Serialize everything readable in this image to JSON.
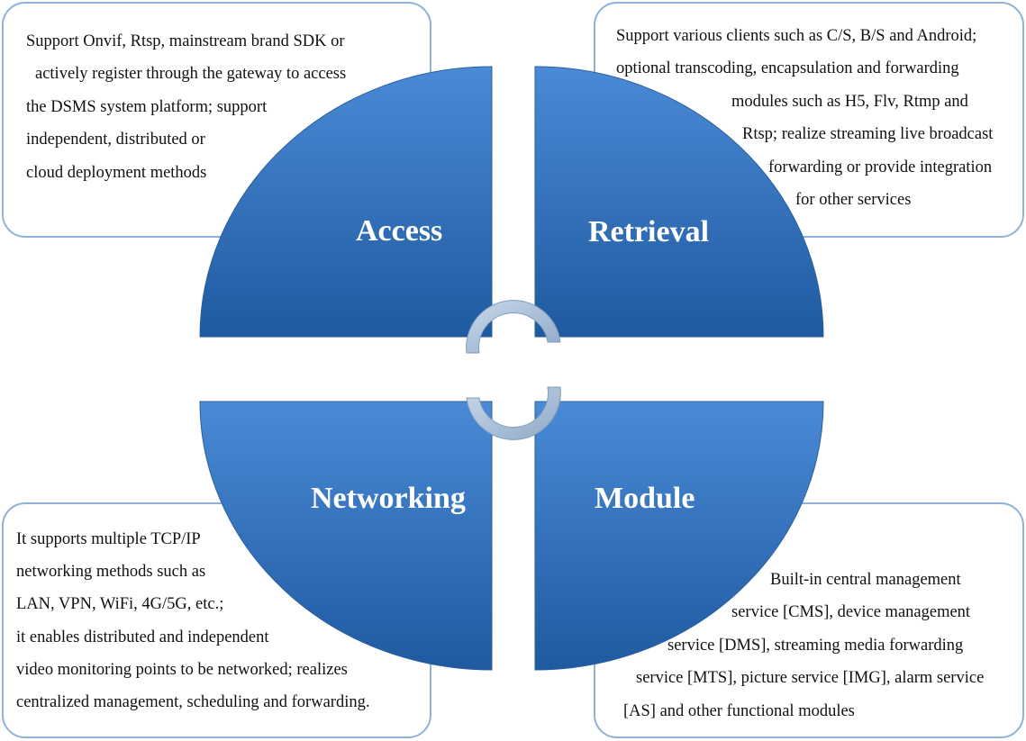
{
  "quadrants": {
    "access": {
      "title": "Access",
      "lines": [
        "Support Onvif, Rtsp, mainstream brand SDK or",
        "actively register through the gateway to access",
        "the DSMS system platform; support",
        "independent, distributed or",
        "cloud deployment methods"
      ]
    },
    "retrieval": {
      "title": "Retrieval",
      "lines": [
        "Support various clients such as C/S, B/S and Android;",
        "optional transcoding, encapsulation and forwarding",
        "modules such as H5, Flv, Rtmp and",
        "Rtsp; realize streaming live broadcast",
        "forwarding or provide integration",
        "for other services"
      ]
    },
    "networking": {
      "title": "Networking",
      "lines": [
        "It supports multiple TCP/IP",
        "networking methods such as",
        "LAN, VPN, WiFi, 4G/5G, etc.;",
        "it enables distributed and independent",
        "video monitoring points to be networked; realizes",
        "centralized management, scheduling and forwarding."
      ]
    },
    "module": {
      "title": "Module",
      "lines": [
        "Built-in central management",
        "service [CMS], device management",
        "service [DMS], streaming media  forwarding",
        "service [MTS], picture service [IMG], alarm service",
        "[AS] and other  functional modules"
      ]
    }
  },
  "colors": {
    "quadrant_fill": "#2f6db5",
    "box_border": "#8fb2d8",
    "cycle_arrow": "#aabfd6"
  }
}
